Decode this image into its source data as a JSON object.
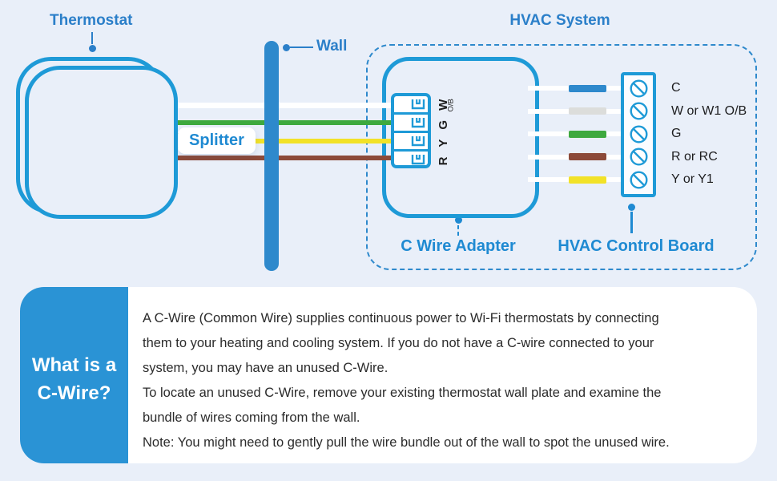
{
  "colors": {
    "background": "#e9eff9",
    "stroke_blue": "#1e9ad7",
    "wall_blue": "#2e89cc",
    "label_blue": "#2b7fc9",
    "accent_blue": "#1f8ad2",
    "panel_blue": "#2a93d5",
    "wire_white": "#ffffff",
    "wire_green": "#3ea93e",
    "wire_yellow": "#f2e228",
    "wire_brown": "#8c4a39",
    "wire_gray": "#dcdddb",
    "wire_blue": "#2e89cc"
  },
  "diagram": {
    "thermostat_label": "Thermostat",
    "wall_label": "Wall",
    "splitter_label": "Splitter",
    "hvac_system_label": "HVAC System",
    "c_wire_adapter_label": "C Wire Adapter",
    "hvac_control_board_label": "HVAC Control Board",
    "adapter_terminals": "R Y G W",
    "adapter_terminal_note": "O/B",
    "board_rows": [
      {
        "label": "C",
        "wire": "blue",
        "color": "#2e89cc"
      },
      {
        "label": "W or W1 O/B",
        "wire": "white",
        "color": "#dcdddb"
      },
      {
        "label": "G",
        "wire": "green",
        "color": "#3ea93e"
      },
      {
        "label": "R or RC",
        "wire": "brown",
        "color": "#8c4a39"
      },
      {
        "label": "Y or Y1",
        "wire": "yellow",
        "color": "#f2e228"
      }
    ],
    "thermostat_wires": [
      {
        "name": "white-wire",
        "color": "#ffffff"
      },
      {
        "name": "green-wire",
        "color": "#3ea93e"
      },
      {
        "name": "green-stub",
        "color": "#3ea93e"
      },
      {
        "name": "yellow-stub",
        "color": "#f2e228"
      },
      {
        "name": "yellow-wire",
        "color": "#f2e228"
      },
      {
        "name": "brown-wire",
        "color": "#8c4a39"
      }
    ]
  },
  "info_card": {
    "title_line1": "What is a",
    "title_line2": "C-Wire?",
    "body_lines": [
      "A C-Wire (Common Wire) supplies continuous power to Wi-Fi thermostats by connecting",
      "them to your heating and cooling system. If you do not have a C-wire connected to your",
      "system, you may have an unused C-Wire.",
      "To locate an unused C-Wire, remove your existing thermostat wall plate and examine the",
      "bundle of wires coming from the wall.",
      "Note: You might need to gently pull the wire bundle out of the wall to spot the unused wire."
    ]
  }
}
